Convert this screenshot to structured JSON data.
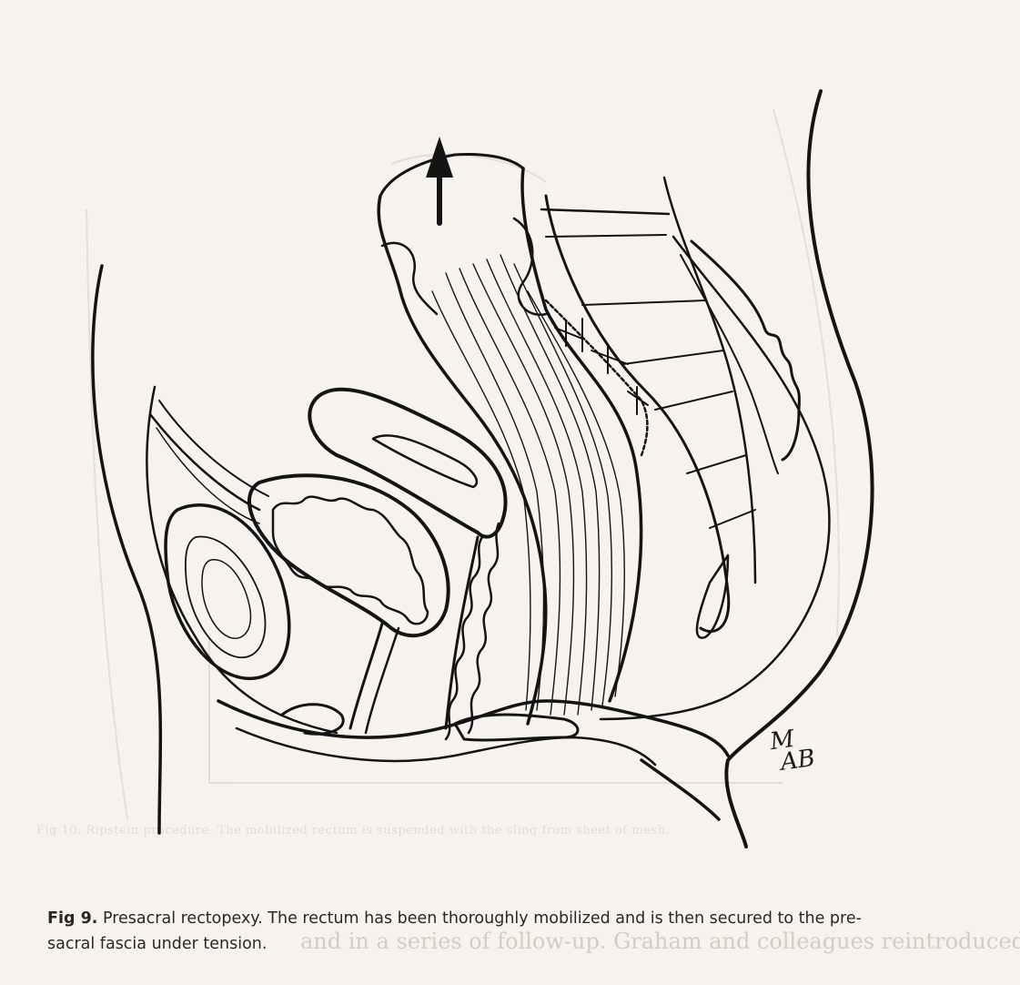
{
  "caption": {
    "label": "Fig 9.",
    "line1": "Presacral rectopexy. The rectum has been thoroughly mobilized and is then secured to the pre-",
    "line2": "sacral fascia under tension."
  },
  "signature": "MAB",
  "bleed_through": {
    "caption": "Fig 10. Ripstein procedure. The mobilized rectum is suspended with the sling from sheet of mesh.",
    "body": "and in a series of follow-up. Graham and colleagues reintroduced the"
  }
}
